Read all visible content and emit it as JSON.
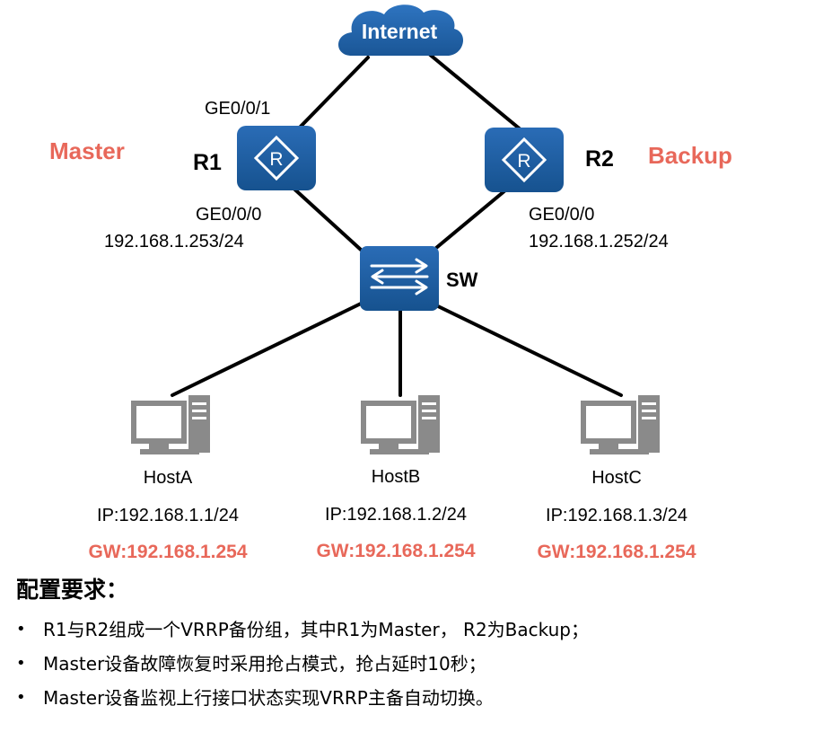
{
  "colors": {
    "device_blue": "#1f5fa8",
    "device_blue_dark": "#164a86",
    "role_label": "#e8685a",
    "gateway_label": "#e8685a",
    "link": "#000000",
    "pc_gray": "#888888"
  },
  "internet": {
    "label": "Internet",
    "icon": "cloud-icon"
  },
  "r1": {
    "name": "R1",
    "role": "Master",
    "uplink_port": "GE0/0/1",
    "downlink_port": "GE0/0/0",
    "ip": "192.168.1.253/24",
    "icon": "router-icon"
  },
  "r2": {
    "name": "R2",
    "role": "Backup",
    "downlink_port": "GE0/0/0",
    "ip": "192.168.1.252/24",
    "icon": "router-icon"
  },
  "sw": {
    "name": "SW",
    "icon": "switch-icon"
  },
  "hosts": [
    {
      "name": "HostA",
      "ip": "IP:192.168.1.1/24",
      "gw": "GW:192.168.1.254",
      "icon": "pc-icon"
    },
    {
      "name": "HostB",
      "ip": "IP:192.168.1.2/24",
      "gw": "GW:192.168.1.254",
      "icon": "pc-icon"
    },
    {
      "name": "HostC",
      "ip": "IP:192.168.1.3/24",
      "gw": "GW:192.168.1.254",
      "icon": "pc-icon"
    }
  ],
  "requirements": {
    "title": "配置要求：",
    "items": [
      "R1与R2组成一个VRRP备份组，其中R1为Master，  R2为Backup；",
      "Master设备故障恢复时采用抢占模式，抢占延时10秒；",
      "Master设备监视上行接口状态实现VRRP主备自动切换。"
    ]
  }
}
